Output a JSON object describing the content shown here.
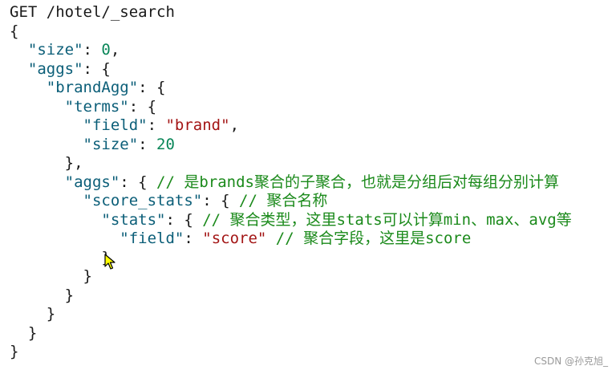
{
  "request": {
    "method": "GET",
    "path": "/hotel/_search"
  },
  "code": {
    "size_key": "\"size\"",
    "size_val": "0",
    "aggs_key": "\"aggs\"",
    "brandAgg_key": "\"brandAgg\"",
    "terms_key": "\"terms\"",
    "field_key": "\"field\"",
    "field_val": "\"brand\"",
    "terms_size_key": "\"size\"",
    "terms_size_val": "20",
    "sub_aggs_key": "\"aggs\"",
    "sub_aggs_comment": "// 是brands聚合的子聚合，也就是分组后对每组分别计算",
    "score_stats_key": "\"score_stats\"",
    "score_stats_comment": "// 聚合名称",
    "stats_key": "\"stats\"",
    "stats_comment": "// 聚合类型，这里stats可以计算min、max、avg等",
    "stats_field_key": "\"field\"",
    "stats_field_val": "\"score\"",
    "stats_field_comment": "// 聚合字段，这里是score"
  },
  "watermark": "CSDN @孙克旭_",
  "colors": {
    "key": "#0b5e78",
    "string": "#a31515",
    "number": "#098658",
    "comment": "#1b8a1b"
  },
  "cursor_icon": "mouse-pointer-icon"
}
